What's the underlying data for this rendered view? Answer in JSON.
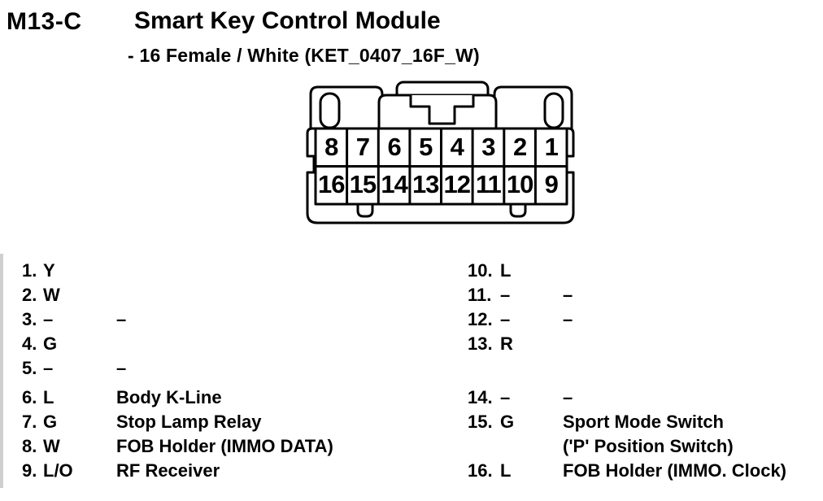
{
  "header": {
    "connector_id": "M13-C",
    "title": "Smart Key Control Module",
    "subtitle": "- 16 Female / White (KET_0407_16F_W)"
  },
  "connector": {
    "pins_top": [
      "8",
      "7",
      "6",
      "5",
      "4",
      "3",
      "2",
      "1"
    ],
    "pins_bottom": [
      "16",
      "15",
      "14",
      "13",
      "12",
      "11",
      "10",
      "9"
    ]
  },
  "pin_list": {
    "rows": [
      {
        "l_num": "1.",
        "l_color": "Y",
        "l_desc": "",
        "r_num": "10.",
        "r_color": "L",
        "r_desc": ""
      },
      {
        "l_num": "2.",
        "l_color": "W",
        "l_desc": "",
        "r_num": "11.",
        "r_color": "–",
        "r_desc": "–"
      },
      {
        "l_num": "3.",
        "l_color": "–",
        "l_desc": "–",
        "r_num": "12.",
        "r_color": "–",
        "r_desc": "–"
      },
      {
        "l_num": "4.",
        "l_color": "G",
        "l_desc": "",
        "r_num": "13.",
        "r_color": "R",
        "r_desc": ""
      },
      {
        "l_num": "5.",
        "l_color": "–",
        "l_desc": "–",
        "r_num": "",
        "r_color": "",
        "r_desc": ""
      },
      {
        "l_num": "6.",
        "l_color": "L",
        "l_desc": "Body K-Line",
        "r_num": "14.",
        "r_color": "–",
        "r_desc": "–"
      },
      {
        "l_num": "7.",
        "l_color": "G",
        "l_desc": "Stop Lamp Relay",
        "r_num": "15.",
        "r_color": "G",
        "r_desc": "Sport Mode Switch"
      },
      {
        "l_num": "8.",
        "l_color": "W",
        "l_desc": "FOB Holder (IMMO DATA)",
        "r_num": "",
        "r_color": "",
        "r_desc": "('P' Position Switch)"
      },
      {
        "l_num": "9.",
        "l_color": "L/O",
        "l_desc": "RF Receiver",
        "r_num": "16.",
        "r_color": "L",
        "r_desc": "FOB Holder (IMMO. Clock)"
      }
    ]
  },
  "colors": {
    "ink": "#000000",
    "paper": "#ffffff"
  }
}
